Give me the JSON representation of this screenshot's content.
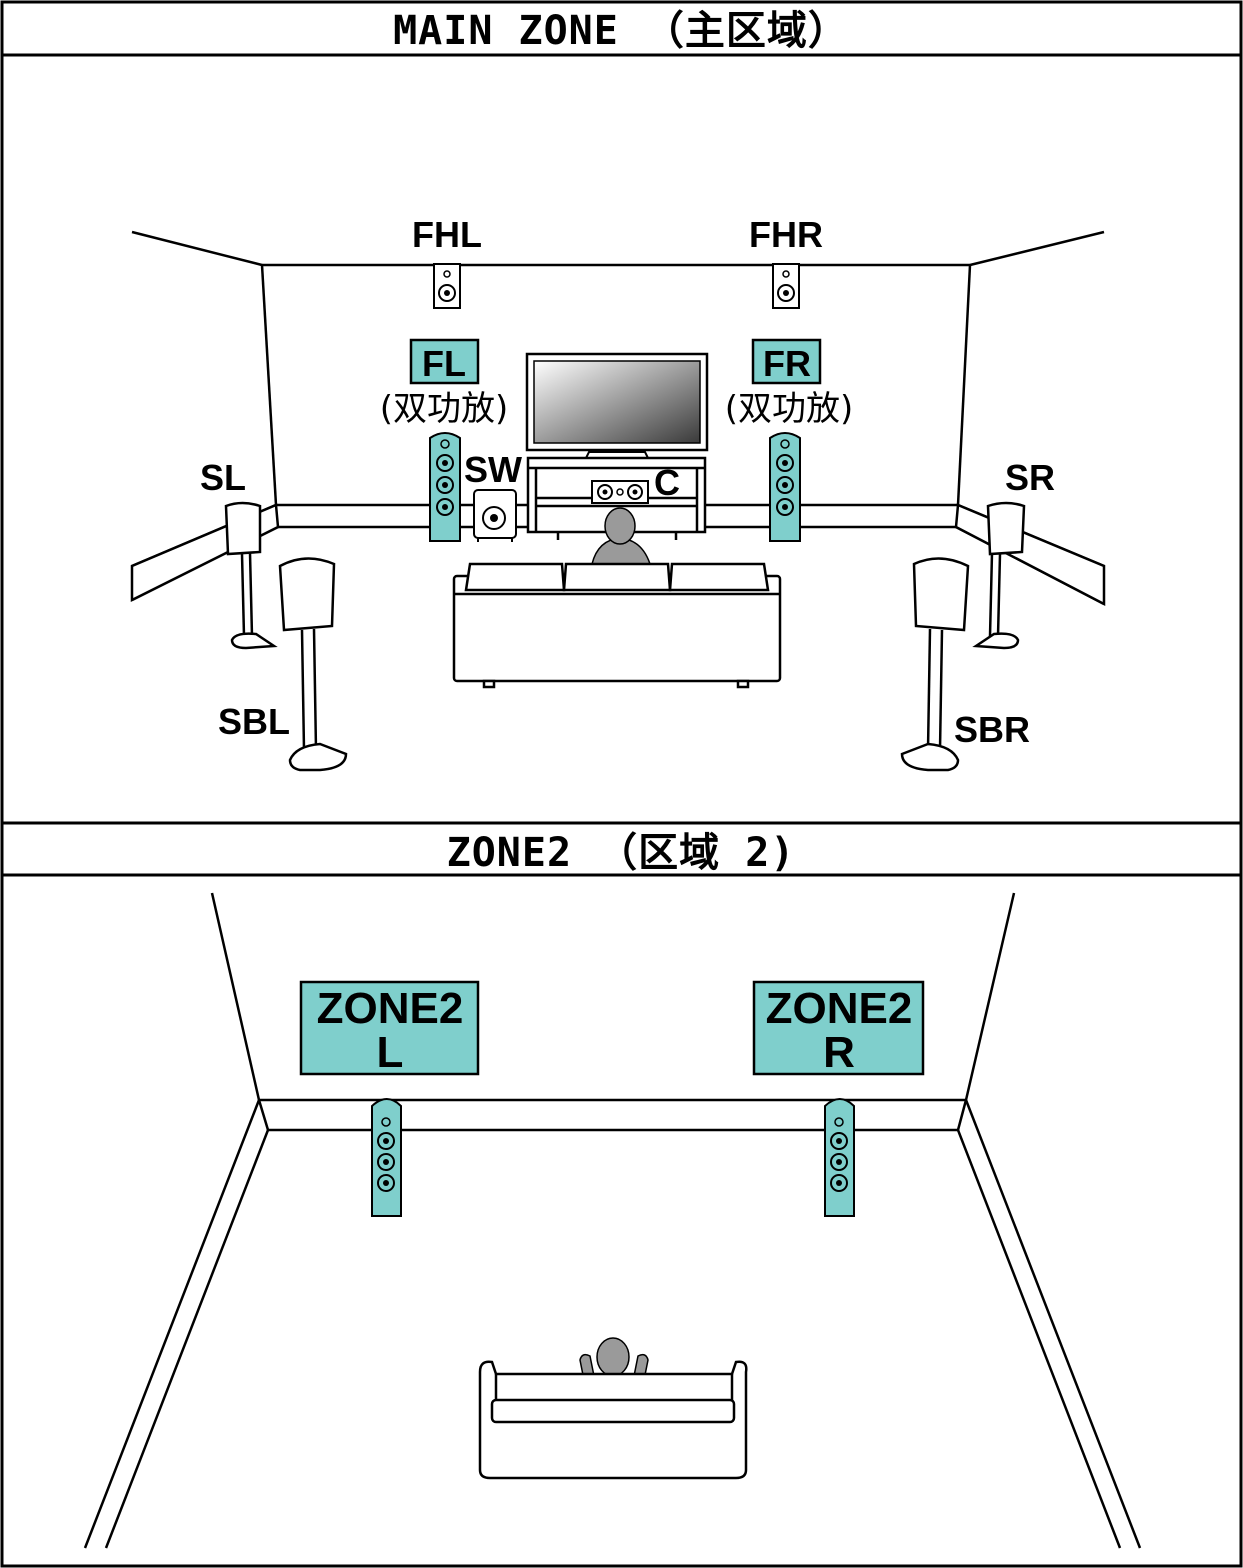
{
  "main_zone": {
    "title": "MAIN ZONE （主区域）",
    "speakers": {
      "fhl": "FHL",
      "fhr": "FHR",
      "fl": "FL",
      "fl_note": "(双功放)",
      "fr": "FR",
      "fr_note": "(双功放)",
      "sw": "SW",
      "c": "C",
      "sl": "SL",
      "sr": "SR",
      "sbl": "SBL",
      "sbr": "SBR"
    }
  },
  "zone2": {
    "title": "ZONE2 （区域 2)",
    "left_line1": "ZONE2",
    "left_line2": "L",
    "right_line1": "ZONE2",
    "right_line2": "R"
  },
  "colors": {
    "accent": "#7fcfcc",
    "line": "#000000",
    "person": "#9a9a9a"
  }
}
